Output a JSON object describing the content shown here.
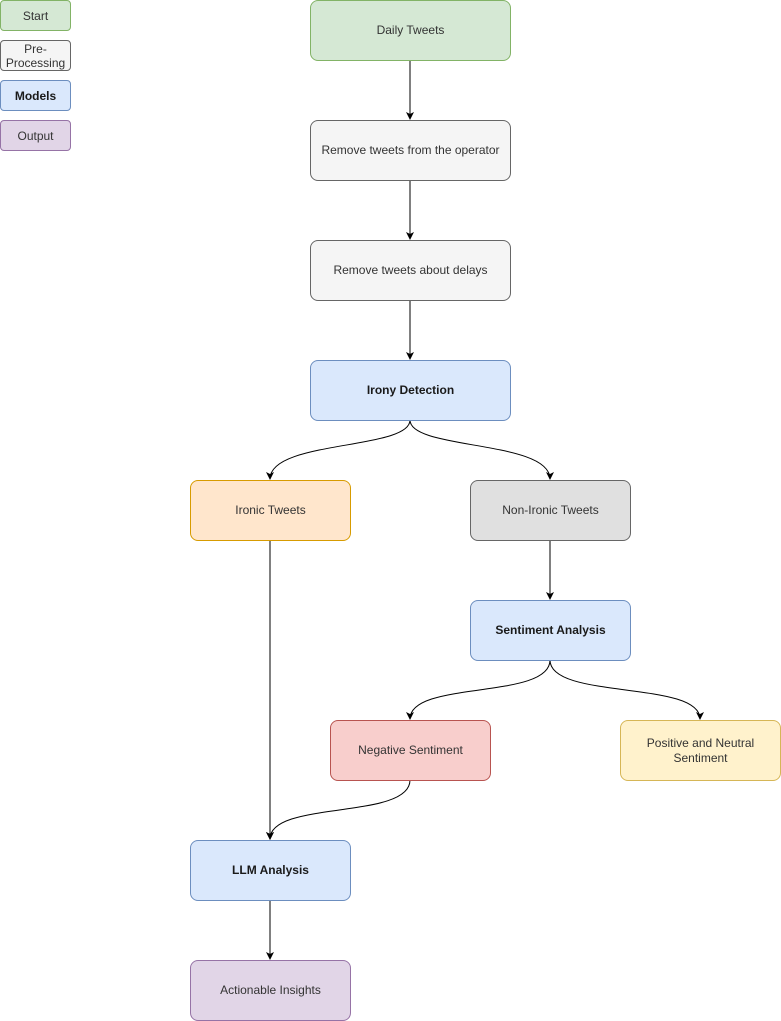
{
  "legend": [
    {
      "label": "Start",
      "fill": "#d5e8d4",
      "stroke": "#82b366",
      "bold": false
    },
    {
      "label": "Pre-\nProcessing",
      "fill": "#f5f5f5",
      "stroke": "#666666",
      "bold": false
    },
    {
      "label": "Models",
      "fill": "#dae8fc",
      "stroke": "#6c8ebf",
      "bold": true
    },
    {
      "label": "Output",
      "fill": "#e1d5e7",
      "stroke": "#9673a6",
      "bold": false
    }
  ],
  "nodes": {
    "daily_tweets": "Daily Tweets",
    "remove_operator": "Remove tweets from the operator",
    "remove_delays": "Remove tweets about delays",
    "irony_detection": "Irony Detection",
    "ironic_tweets": "Ironic Tweets",
    "non_ironic_tweets": "Non-Ironic Tweets",
    "sentiment_analysis": "Sentiment Analysis",
    "negative_sentiment": "Negative Sentiment",
    "positive_neutral": "Positive and Neutral Sentiment",
    "llm_analysis": "LLM Analysis",
    "actionable_insights": "Actionable Insights"
  },
  "colors": {
    "start": {
      "fill": "#d5e8d4",
      "stroke": "#82b366"
    },
    "preprocessing": {
      "fill": "#f5f5f5",
      "stroke": "#666666"
    },
    "models": {
      "fill": "#dae8fc",
      "stroke": "#6c8ebf"
    },
    "output": {
      "fill": "#e1d5e7",
      "stroke": "#9673a6"
    },
    "ironic": {
      "fill": "#ffe6cc",
      "stroke": "#d79b00"
    },
    "non_ironic": {
      "fill": "#e0e0e0",
      "stroke": "#666666"
    },
    "negative": {
      "fill": "#f8cecc",
      "stroke": "#b85450"
    },
    "positive": {
      "fill": "#fff2cc",
      "stroke": "#d6b656"
    },
    "edge": "#000000"
  }
}
